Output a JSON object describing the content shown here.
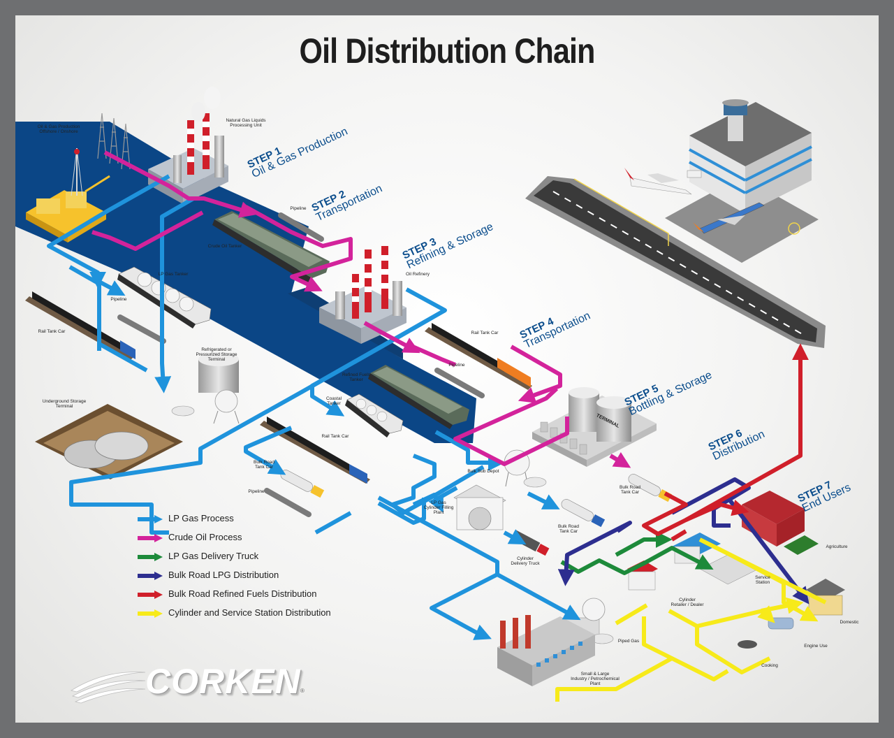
{
  "title": "Oil Distribution Chain",
  "colors": {
    "lp_gas": "#1f93dc",
    "crude_oil": "#d3239b",
    "lp_delivery_truck": "#1d8a3a",
    "bulk_lpg": "#2d2e8f",
    "bulk_refined": "#d01f2a",
    "cylinder_service": "#f7ea1a",
    "water": "#0b4686"
  },
  "steps": [
    {
      "num": "STEP 1",
      "name": "Oil & Gas Production"
    },
    {
      "num": "STEP 2",
      "name": "Transportation"
    },
    {
      "num": "STEP 3",
      "name": "Refining & Storage"
    },
    {
      "num": "STEP 4",
      "name": "Transportation"
    },
    {
      "num": "STEP 5",
      "name": "Bottling & Storage"
    },
    {
      "num": "STEP 6",
      "name": "Distribution"
    },
    {
      "num": "STEP 7",
      "name": "End Users"
    }
  ],
  "labels": {
    "oil_gas_production": "Oil & Gas Production\nOffshore / Onshore",
    "ngl_unit": "Natural Gas Liquids\nProcessing Unit",
    "pipeline_1": "Pipeline",
    "crude_oil_tanker": "Crude Oil Tanker",
    "lp_gas_tanker": "LP Gas Tanker",
    "pipeline_2": "Pipeline",
    "rail_tank_car_1": "Rail Tank Car",
    "oil_refinery": "Oil Refinery",
    "rail_tank_car_2": "Rail Tank Car",
    "pipeline_3": "Pipeline",
    "refrigerated_terminal": "Refrigerated or\nPressurized Storage\nTerminal",
    "refined_fuels_tanker": "Refined Fuels\nTanker",
    "coastal_tanker": "Coastal\nTanker",
    "underground_terminal": "Underground Storage\nTerminal",
    "rail_tank_car_3": "Rail Tank Car",
    "bulk_road_tank_car_1": "Bulk Road\nTank Car",
    "pipeline_4": "Pipeline",
    "bulk_sub_depot": "Bulk Sub Depot",
    "lp_gas_filling": "LP Gas\nCylinder Filling\nPlant",
    "bulk_road_tank_car_2": "Bulk Road\nTank Car",
    "bulk_road_tank_car_3": "Bulk Road\nTank Car",
    "cylinder_delivery_truck": "Cylinder\nDelivery Truck",
    "cylinder_retailer": "Cylinder\nRetailer / Dealer",
    "service_station": "Service\nStation",
    "agriculture": "Agriculture",
    "domestic": "Domestic",
    "engine_use": "Engine Use",
    "cooking": "Cooking",
    "piped_gas": "Piped Gas",
    "industry": "Small & Large\nIndustry / Petrochemical\nPlant",
    "terminal_sign": "TERMINAL"
  },
  "legend": [
    {
      "label": "LP Gas Process",
      "color": "#1f93dc"
    },
    {
      "label": "Crude Oil Process",
      "color": "#d3239b"
    },
    {
      "label": "LP Gas Delivery Truck",
      "color": "#1d8a3a"
    },
    {
      "label": "Bulk Road LPG Distribution",
      "color": "#2d2e8f"
    },
    {
      "label": "Bulk Road Refined Fuels Distribution",
      "color": "#d01f2a"
    },
    {
      "label": "Cylinder and Service Station Distribution",
      "color": "#f7ea1a"
    }
  ],
  "logo": {
    "text": "CORKEN",
    "reg": "®"
  }
}
